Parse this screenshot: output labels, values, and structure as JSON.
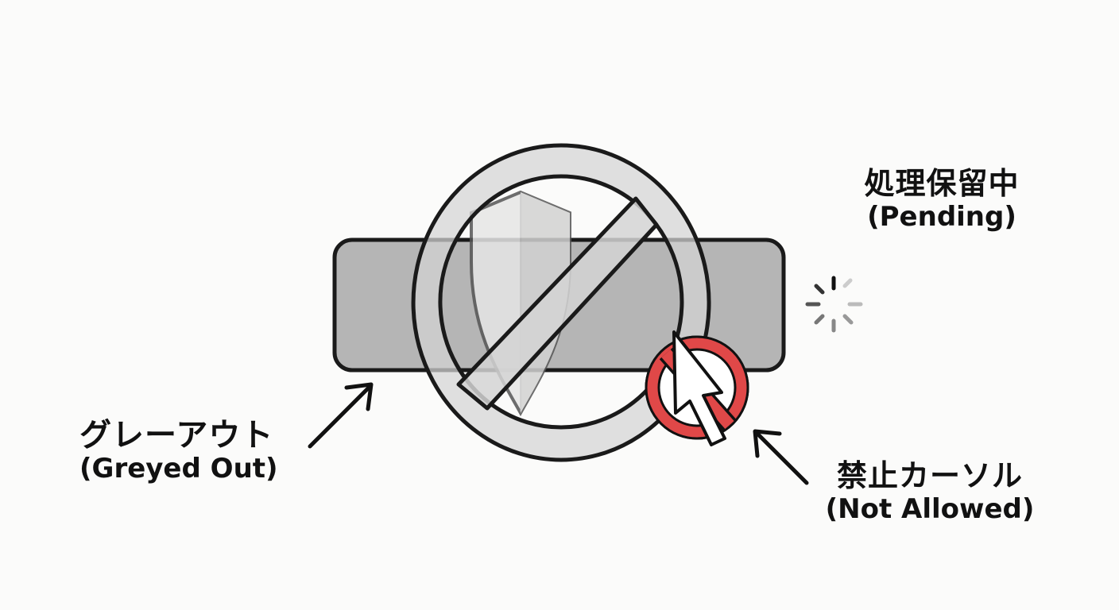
{
  "diagram": {
    "type": "ui-state-illustration",
    "central_element": {
      "description": "greyed-out button with shield icon overlaid by large prohibition sign",
      "button_fill": "#b3b3b3",
      "prohibition_fill": "#cfcfcf",
      "outline": "#1a1a1a"
    },
    "cursor_badge": {
      "description": "not-allowed cursor: red prohibition circle with arrow pointer",
      "color": "#e04848"
    },
    "spinner": {
      "description": "loading spinner",
      "spokes": 8
    }
  },
  "labels": {
    "pending": {
      "jp": "処理保留中",
      "en": "(Pending)"
    },
    "greyed_out": {
      "jp": "グレーアウト",
      "en": "(Greyed Out)"
    },
    "not_allowed": {
      "jp": "禁止カーソル",
      "en": "(Not Allowed)"
    }
  }
}
